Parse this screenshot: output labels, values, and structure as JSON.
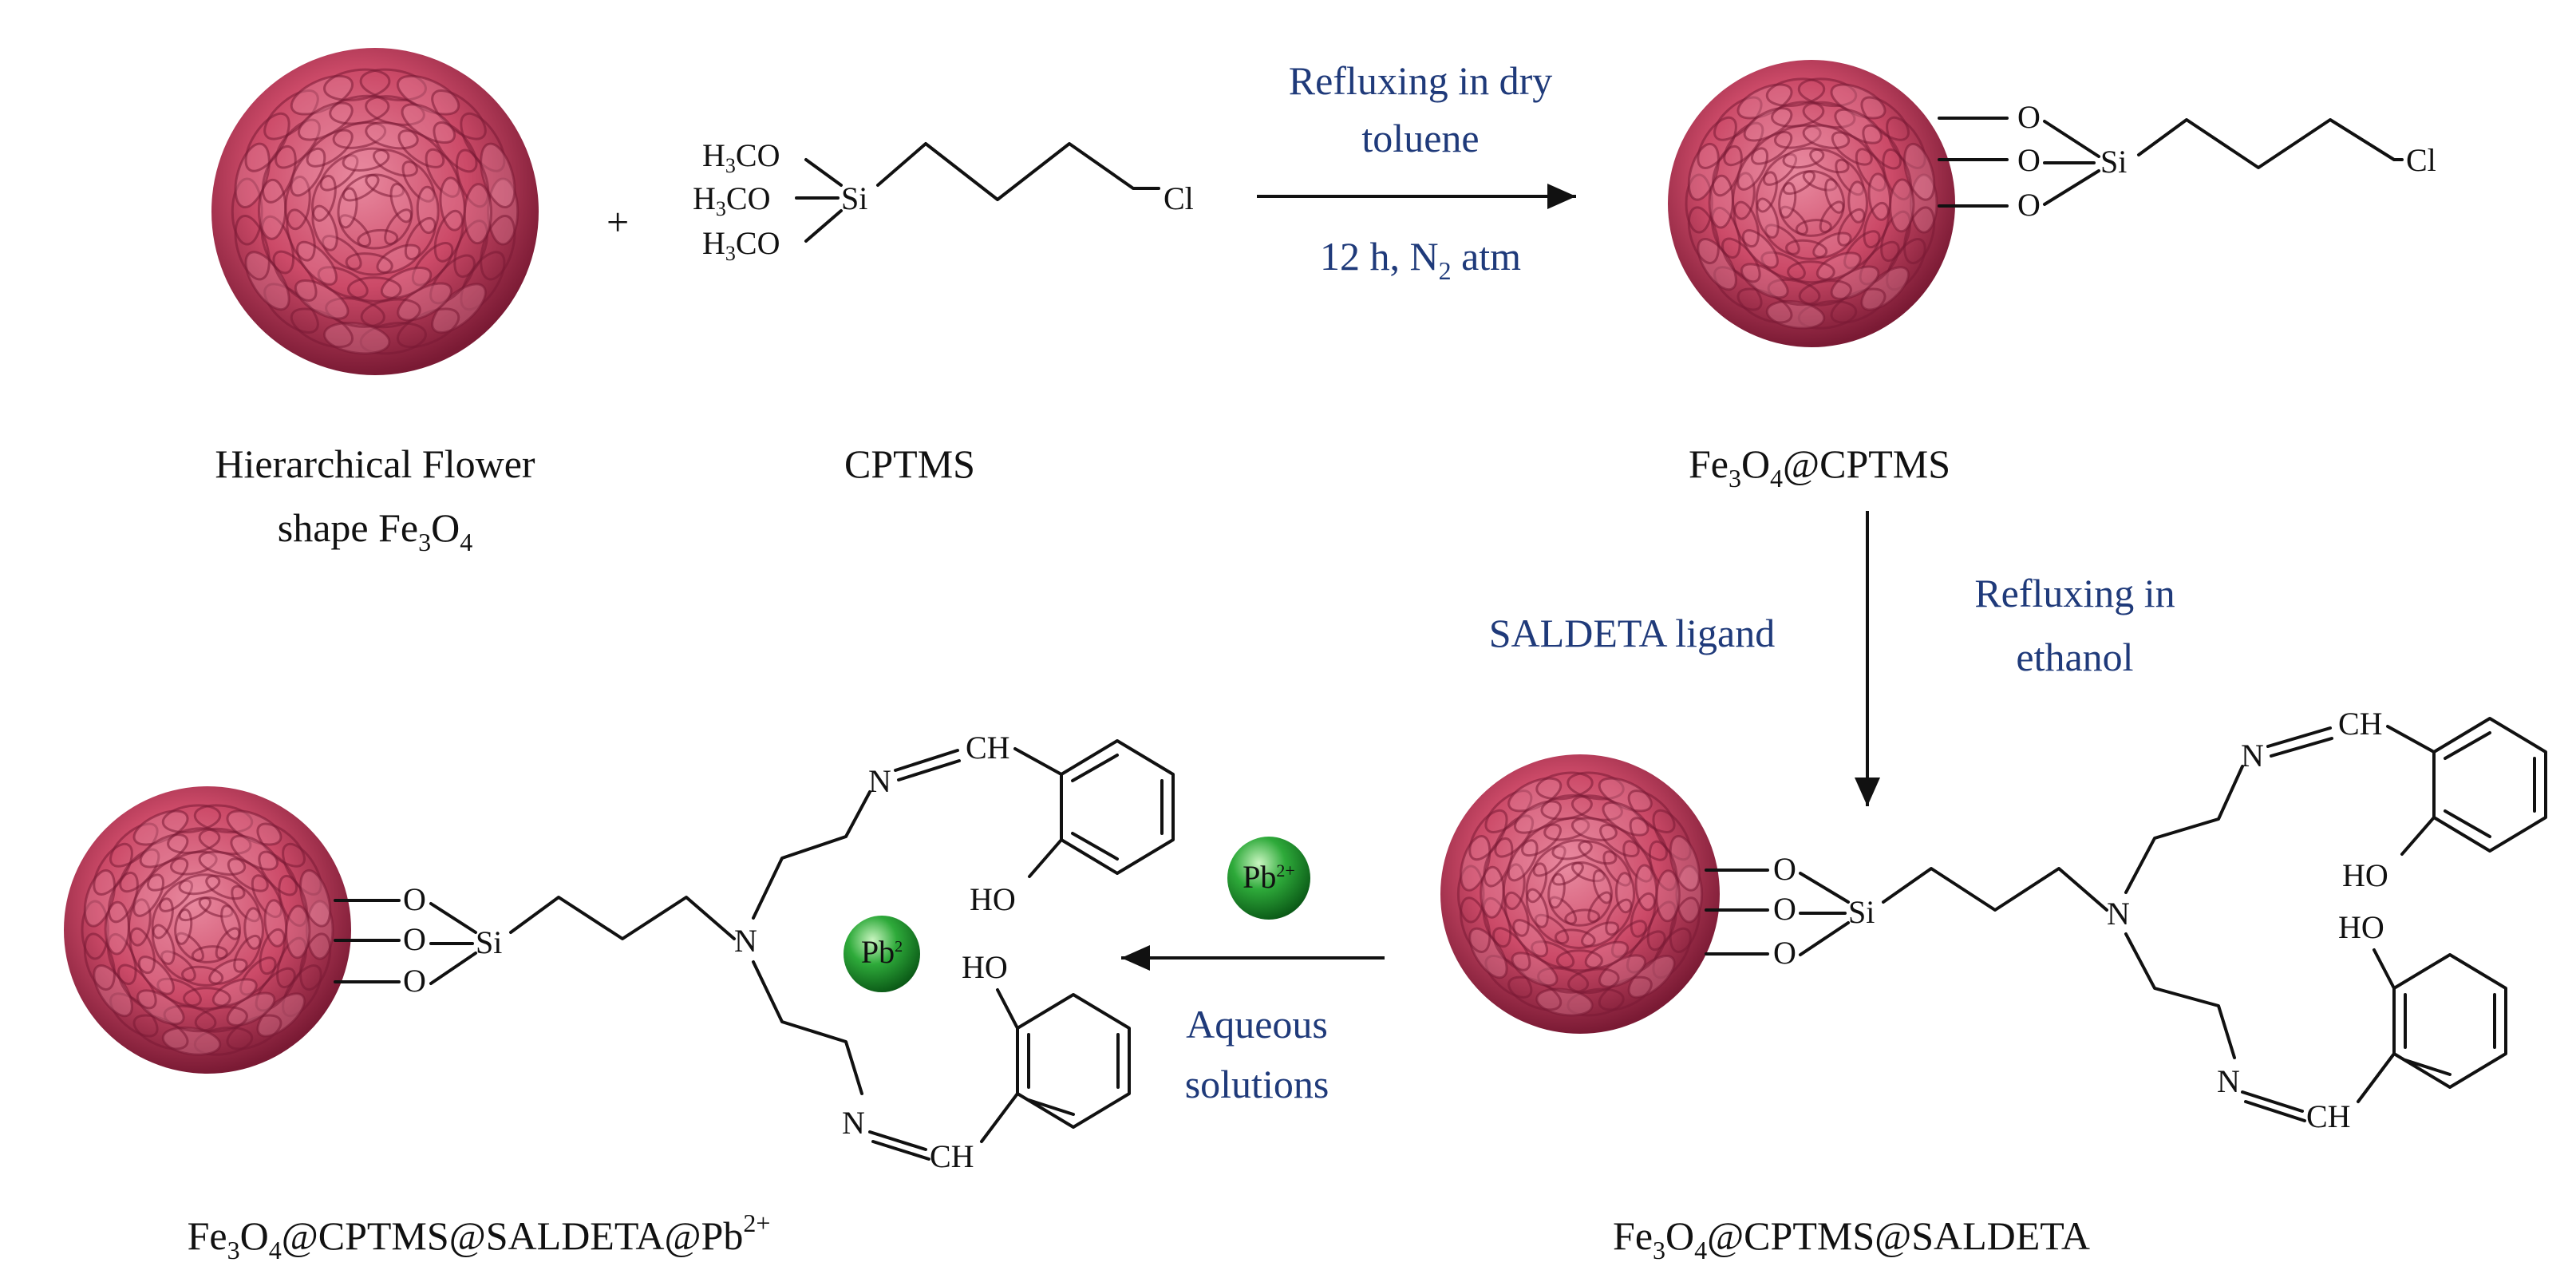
{
  "reactants": {
    "flower_label_line1": "Hierarchical Flower",
    "flower_label_line2_prefix": "shape Fe",
    "flower_label_line2_sub1": "3",
    "flower_label_line2_mid": "O",
    "flower_label_line2_sub2": "4",
    "plus_sign": "+",
    "cptms_label": "CPTMS"
  },
  "step1": {
    "condition_line1": "Refluxing in dry",
    "condition_line2": "toluene",
    "condition_below_prefix": "12 h, N",
    "condition_below_sub": "2",
    "condition_below_suffix": " atm"
  },
  "product1": {
    "label_fe": "Fe",
    "label_sub1": "3",
    "label_o": "O",
    "label_sub2": "4",
    "label_rest": "@CPTMS"
  },
  "step2": {
    "reagent": "SALDETA ligand",
    "condition_line1": "Refluxing in",
    "condition_line2": "ethanol"
  },
  "product2": {
    "label_fe": "Fe",
    "label_sub1": "3",
    "label_o": "O",
    "label_sub2": "4",
    "label_rest": "@CPTMS@SALDETA"
  },
  "step3": {
    "ion_badge": "Pb",
    "ion_badge_sup": "2+",
    "condition_line1": "Aqueous",
    "condition_line2": "solutions"
  },
  "product3": {
    "label_fe": "Fe",
    "label_sub1": "3",
    "label_o": "O",
    "label_sub2": "4",
    "label_rest": "@CPTMS@SALDETA@Pb",
    "label_sup": "2+",
    "bound_ion": "Pb",
    "bound_ion_sup": "2"
  },
  "atoms": {
    "methoxy_h": "H",
    "methoxy_sub": "3",
    "methoxy_co": "CO",
    "si": "Si",
    "cl": "Cl",
    "o": "O",
    "n": "N",
    "ch": "CH",
    "ho": "HO"
  },
  "colors": {
    "flower": "#cc4a68",
    "flower_dark": "#7a1a34",
    "flower_light": "#e98aa0",
    "condition_text": "#1f3a7a",
    "pb_sphere": "#2eaa3a"
  }
}
